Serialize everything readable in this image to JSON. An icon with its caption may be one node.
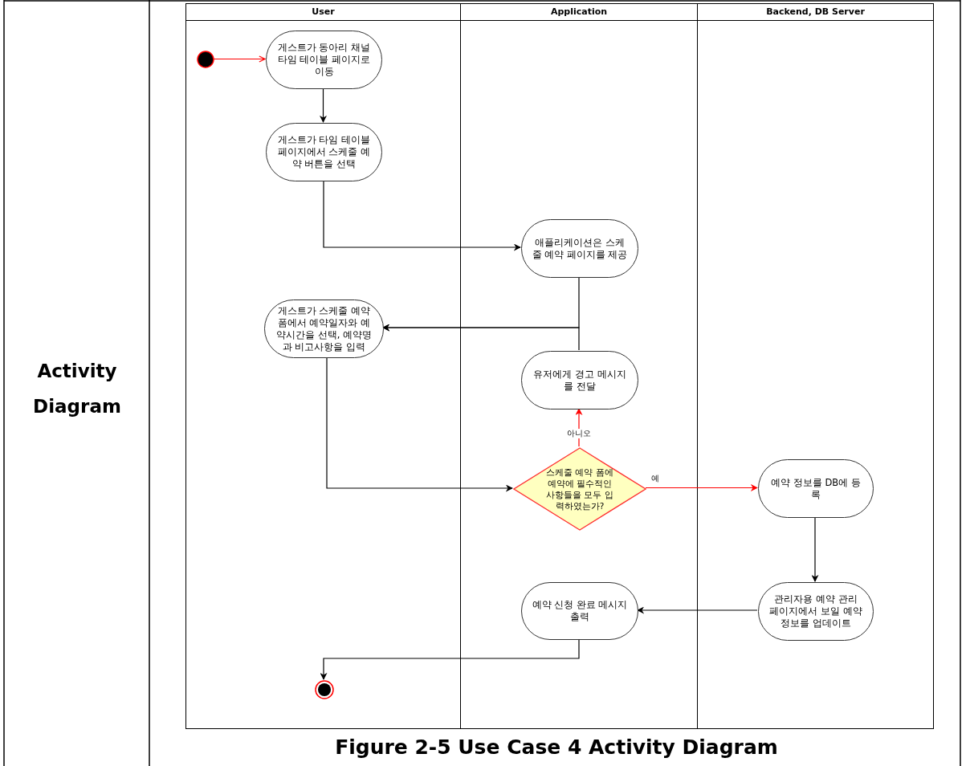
{
  "diagram": {
    "caption": "Figure 2-5 Use Case 4 Activity Diagram",
    "nodes": [
      {
        "text": [
          "User"
        ]
      },
      {
        "text": [
          "Application"
        ]
      },
      {
        "text": [
          "Backend, DB Server"
        ]
      },
      {
        "text": [],
        "shape": "circle",
        "in": 0
      },
      {
        "text": [
          "게스트가 동아리 채널 타임 테이블 페이지로 이동"
        ],
        "in": 0
      },
      {
        "text": [
          "게스트가 타임 테이블 페이지에서 스케줄 예약 버튼을 선택"
        ],
        "in": 0
      },
      {
        "text": [
          "애플리케이션은 스케줄 예약 페이지를 제공"
        ],
        "in": 1
      },
      {
        "text": [
          "게스트가 스케줄 예약 폼에서 예약일자와 예약시간을 선택, 예약명과 비고사항을 입력"
        ],
        "in": 0
      },
      {
        "text": [
          "유저에게 경고 메시지를 전달"
        ],
        "in": 1
      },
      {
        "text": [
          "스케줄 예약 폼에 예약에 필수적인 사항들을 모두 입력하였는가?"
        ],
        "in": 1
      },
      {
        "text": [
          "예약 정보를 DB에 등록"
        ],
        "in": 2
      },
      {
        "text": [
          "관리자용 예약 관리 페이지에서 보일 예약 정보를 업데이트"
        ],
        "in": 2
      },
      {
        "text": [
          "예약 신청 완료 메시지 출력"
        ],
        "in": 1
      },
      {
        "text": [],
        "shape": "circle",
        "in": 0
      }
    ],
    "edges": [
      {
        "from": 3,
        "to": 4,
        "arrow": "to",
        "color": "#ff0000"
      },
      {
        "from": 4,
        "to": 5,
        "arrow": "to"
      },
      {
        "from": 5,
        "to": 6,
        "arrow": "to"
      },
      {
        "from": 6,
        "to": 7,
        "arrow": "to"
      },
      {
        "from": 8,
        "to": 7,
        "arrow": "to"
      },
      {
        "from": 9,
        "to": 8,
        "arrow": "to",
        "label": "아니오",
        "color": "#ff0000"
      },
      {
        "from": 9,
        "to": 10,
        "arrow": "to",
        "label": "예",
        "color": "#ff0000"
      },
      {
        "from": 7,
        "to": 9,
        "arrow": "to"
      },
      {
        "from": 10,
        "to": 11,
        "arrow": "to"
      },
      {
        "from": 11,
        "to": 12,
        "arrow": "to"
      },
      {
        "from": 12,
        "to": 13,
        "arrow": "to"
      }
    ],
    "labels": [
      "Activity Diagram"
    ]
  }
}
